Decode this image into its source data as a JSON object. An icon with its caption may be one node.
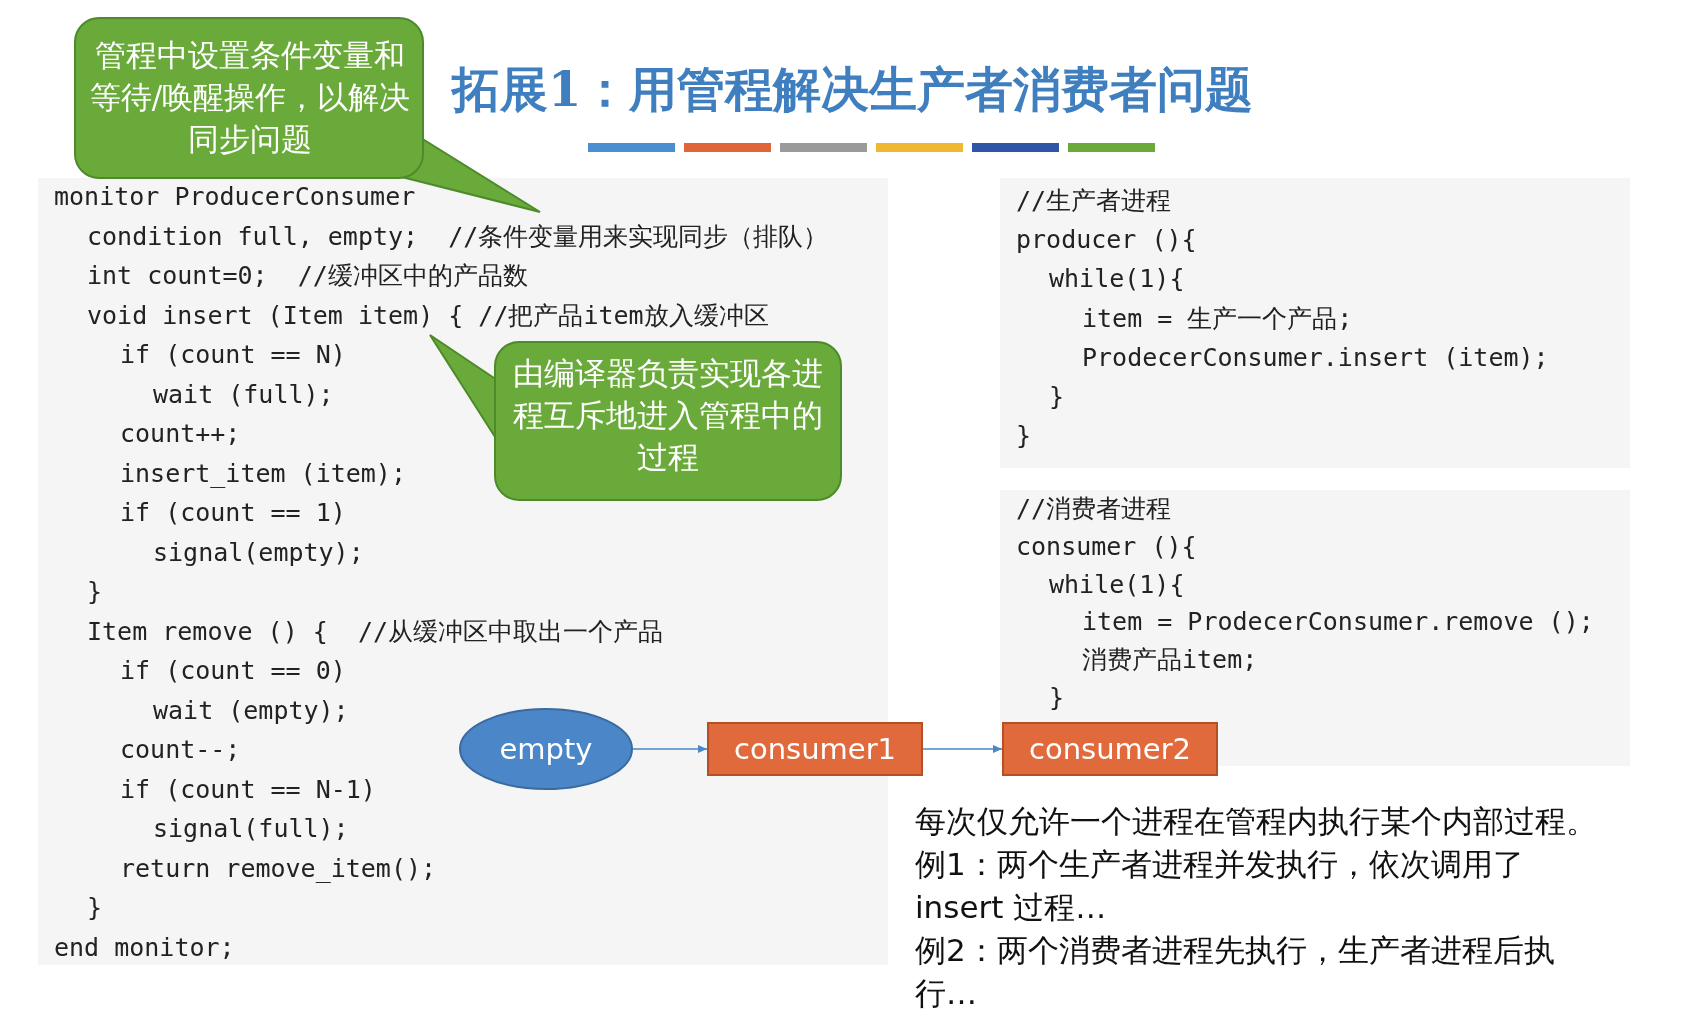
{
  "diagram": {
    "title": "拓展1：用管程解决生产者消费者问题",
    "nodes": [
      {
        "text": [
          "monitor ProducerConsumer",
          "condition full, empty;  //条件变量用来实现同步（排队）",
          "int count=0;  //缓冲区中的产品数",
          "void insert (Item item) { //把产品item放入缓冲区",
          "if (count == N)",
          "wait (full);",
          "count++;",
          "insert_item (item);",
          "if (count == 1)",
          "signal(empty);",
          "}",
          "Item remove () {  //从缓冲区中取出一个产品",
          "if (count == 0)",
          "wait (empty);",
          "count--;",
          "if (count == N-1)",
          "signal(full);",
          "return remove_item();",
          "}",
          "end monitor;"
        ]
      },
      {
        "text": [
          "//生产者进程",
          "producer (){",
          "while(1){",
          "item = 生产一个产品;",
          "ProdecerConsumer.insert (item);",
          "}",
          "}"
        ]
      },
      {
        "text": [
          "//消费者进程",
          "consumer (){",
          "while(1){",
          "item = ProdecerConsumer.remove ();",
          "消费产品item;",
          "}"
        ]
      },
      {
        "text": [
          "管程中设置条件变量和等待/唤醒操作，以解决同步问题"
        ]
      },
      {
        "text": [
          "由编译器负责实现各进程互斥地进入管程中的过程"
        ],
        "in": 0
      },
      {
        "text": [
          "empty"
        ],
        "in": 0
      },
      {
        "text": [
          "consumer1"
        ]
      },
      {
        "text": [
          "consumer2"
        ]
      }
    ],
    "edges": [
      {
        "from": 5,
        "to": 6,
        "arrow": "to"
      },
      {
        "from": 6,
        "to": 7,
        "arrow": "to"
      }
    ],
    "labels": [
      "每次仅允许一个进程在管程内执行某个内部过程。",
      "例1：两个生产者进程并发执行，依次调用了 insert 过程…",
      "例2：两个消费者进程先执行，生产者进程后执行…"
    ]
  }
}
